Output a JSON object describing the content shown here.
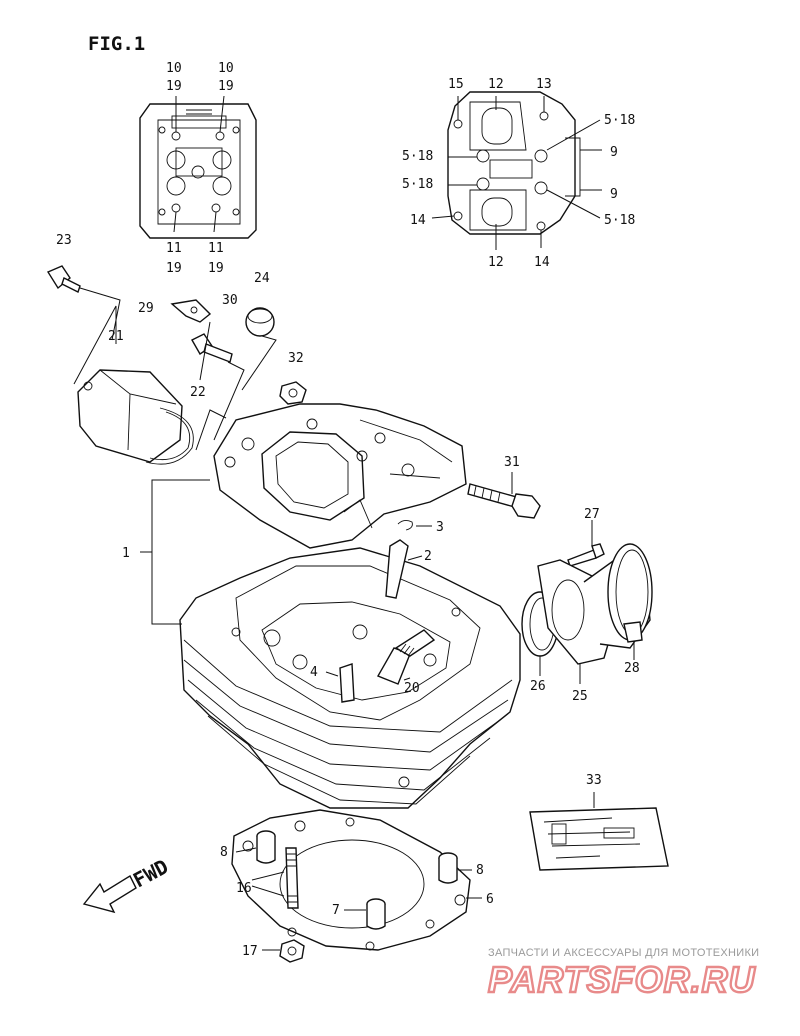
{
  "figure": {
    "title": "FIG.1",
    "direction_label": "FWD"
  },
  "labels": {
    "l1": "1",
    "l2": "2",
    "l3": "3",
    "l4": "4",
    "l6": "6",
    "l7": "7",
    "l8a": "8",
    "l8b": "8",
    "l9a": "9",
    "l9b": "9",
    "l10a": "10",
    "l10b": "10",
    "l11a": "11",
    "l11b": "11",
    "l12a": "12",
    "l12b": "12",
    "l13": "13",
    "l14a": "14",
    "l14b": "14",
    "l15": "15",
    "l16": "16",
    "l17": "17",
    "l19a": "19",
    "l19b": "19",
    "l19c": "19",
    "l19d": "19",
    "l20": "20",
    "l21": "21",
    "l22": "22",
    "l23": "23",
    "l24": "24",
    "l25": "25",
    "l26": "26",
    "l27": "27",
    "l28": "28",
    "l29": "29",
    "l30": "30",
    "l31": "31",
    "l32": "32",
    "l33": "33",
    "l518a": "5·18",
    "l518b": "5·18",
    "l518c": "5·18",
    "l518d": "5·18"
  },
  "watermark": {
    "tagline": "ЗАПЧАСТИ И АКСЕССУАРЫ ДЛЯ МОТОТЕХНИКИ",
    "brand": "PARTSFOR.RU",
    "brand_color": "#e88a8a"
  }
}
